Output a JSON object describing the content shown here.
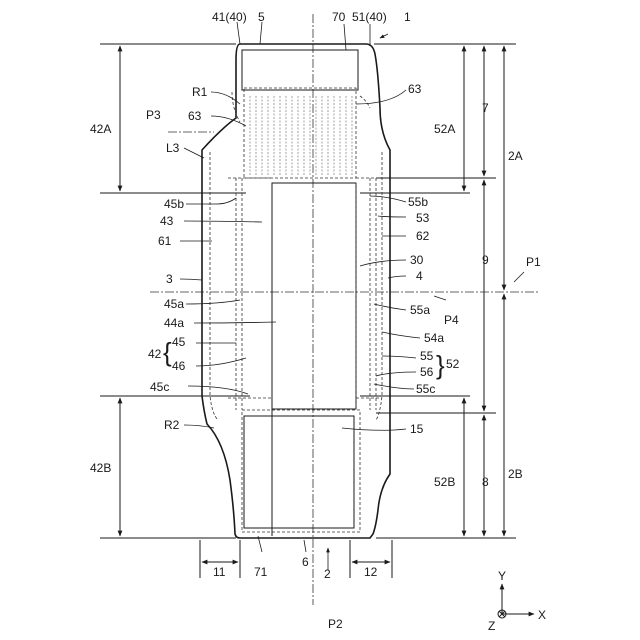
{
  "labels": {
    "top": {
      "l41": "41(40)",
      "l5": "5",
      "l70": "70",
      "l51": "51(40)",
      "l1": "1"
    },
    "left": {
      "R1": "R1",
      "P3": "P3",
      "l63a": "63",
      "L3": "L3",
      "l45b": "45b",
      "l43": "43",
      "l61": "61",
      "l3": "3",
      "l45a": "45a",
      "l44a": "44a",
      "l45": "45",
      "l42": "42",
      "l46": "46",
      "l45c": "45c",
      "R2": "R2"
    },
    "right": {
      "l63b": "63",
      "l55b": "55b",
      "l53": "53",
      "l62": "62",
      "l30": "30",
      "l4": "4",
      "l55a": "55a",
      "P4": "P4",
      "l54a": "54a",
      "l55": "55",
      "l52": "52",
      "l56": "56",
      "l55c": "55c",
      "l15": "15"
    },
    "dims": {
      "d42A": "42A",
      "d42B": "42B",
      "d52A": "52A",
      "d52B": "52B",
      "d7": "7",
      "d8": "8",
      "d9": "9",
      "d2A": "2A",
      "d2B": "2B",
      "P1": "P1"
    },
    "bottom": {
      "l11": "11",
      "l71": "71",
      "l6": "6",
      "l2": "2",
      "l12": "12",
      "P2": "P2"
    },
    "axes": {
      "Y": "Y",
      "X": "X",
      "Z": "Z"
    }
  }
}
